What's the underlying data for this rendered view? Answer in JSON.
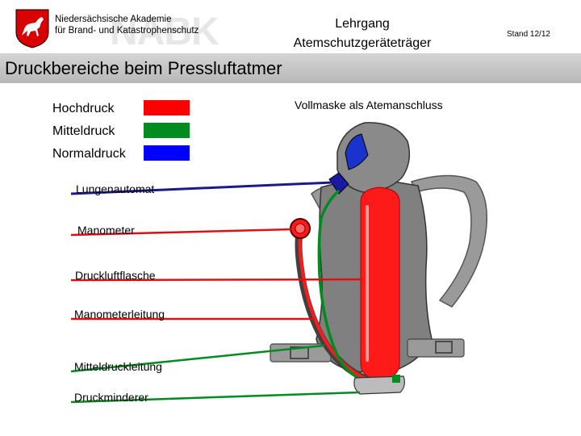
{
  "header": {
    "academy_line1": "Niedersächsische Akademie",
    "academy_line2": "für Brand- und Katastrophenschutz",
    "watermark": "NABK",
    "course_line1": "Lehrgang",
    "course_line2": "Atemschutzgeräteträger",
    "stand": "Stand 12/12"
  },
  "title": "Druckbereiche beim Pressluftatmer",
  "legend": [
    {
      "label": "Hochdruck",
      "color": "#ff0000"
    },
    {
      "label": "Mitteldruck",
      "color": "#008c1e"
    },
    {
      "label": "Normaldruck",
      "color": "#0000ff"
    }
  ],
  "callouts": {
    "mask": "Vollmaske als Atemanschluss",
    "lungenautomat": "Lungenautomat",
    "manometer": "Manometer",
    "flasche": "Druckluftflasche",
    "manometerleitung": "Manometerleitung",
    "mitteldruckleitung": "Mitteldruckleitung",
    "druckminderer": "Druckminderer"
  }
}
